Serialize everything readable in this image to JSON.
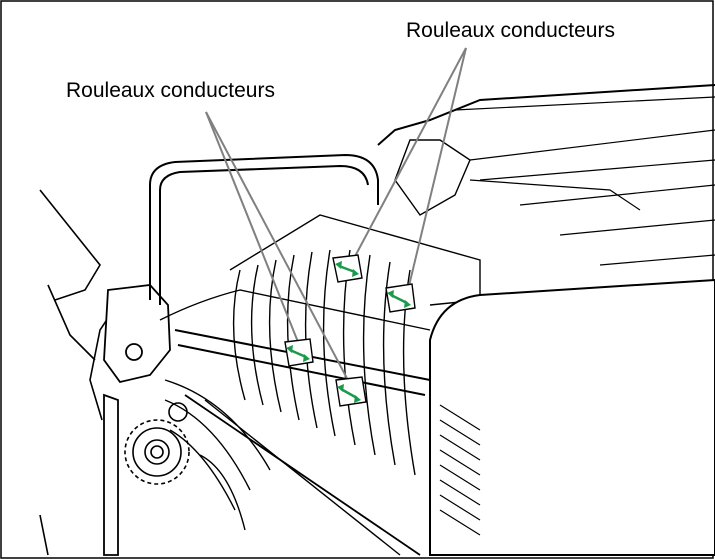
{
  "labels": {
    "top_right": "Rouleaux conducteurs",
    "left": "Rouleaux conducteurs"
  },
  "colors": {
    "line": "#000000",
    "leader": "#808080",
    "arrow": "#1a9a4a",
    "background": "#ffffff"
  },
  "icons": {
    "arrow": "double-headed-arrow"
  }
}
